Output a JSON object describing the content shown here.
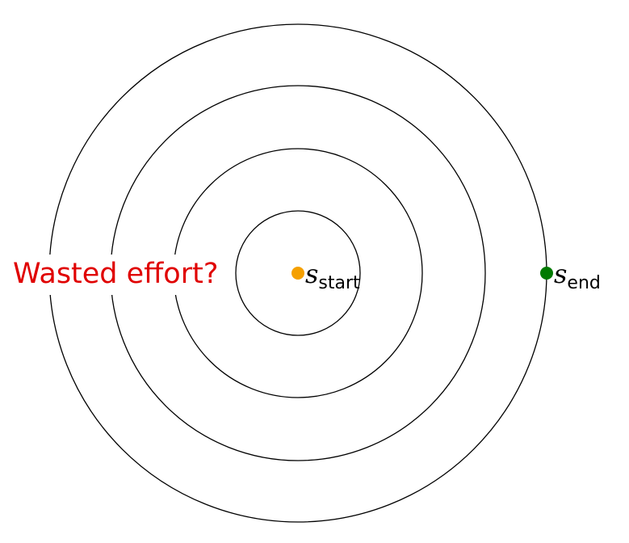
{
  "diagram": {
    "warning_label": "Wasted effort?",
    "start_node": {
      "symbol": "s",
      "subscript": "start",
      "color": "#f5a000"
    },
    "end_node": {
      "symbol": "s",
      "subscript": "end",
      "color": "#007a00"
    },
    "ring_count": 4,
    "warning_color": "#e00000"
  }
}
